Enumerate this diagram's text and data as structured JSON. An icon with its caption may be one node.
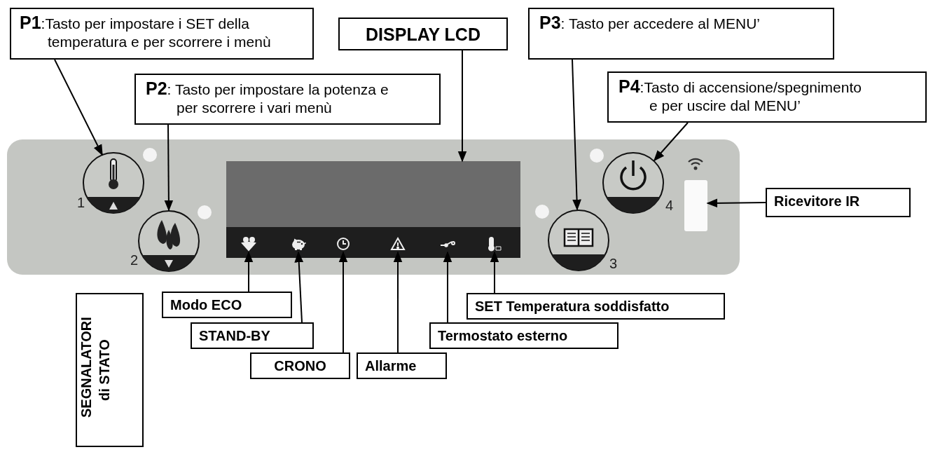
{
  "diagram": {
    "nodes": [
      {
        "text": [
          "**P1**:Tasto per impostare i SET della temperatura e per scorrere i menù"
        ]
      },
      {
        "text": [
          "DISPLAY LCD"
        ]
      },
      {
        "text": [
          "**P3**: Tasto per accedere al MENU’"
        ]
      },
      {
        "text": [
          "**P2**: Tasto per impostare la potenza e per scorrere i vari menù"
        ]
      },
      {
        "text": [
          "**P4**:Tasto di accensione/spegnimento e per uscire dal MENU’"
        ]
      },
      {
        "text": [],
        "shape": "circle",
        "beside": [
          "1"
        ]
      },
      {
        "text": [],
        "shape": "circle",
        "beside": [
          "2"
        ]
      },
      {
        "text": [],
        "shape": "box"
      },
      {
        "text": [],
        "shape": "icon"
      },
      {
        "text": [],
        "shape": "icon"
      },
      {
        "text": [],
        "shape": "icon"
      },
      {
        "text": [],
        "shape": "icon"
      },
      {
        "text": [],
        "shape": "icon"
      },
      {
        "text": [],
        "shape": "icon"
      },
      {
        "text": [],
        "shape": "circle",
        "beside": [
          "3"
        ]
      },
      {
        "text": [],
        "shape": "circle",
        "beside": [
          "4"
        ]
      },
      {
        "text": [],
        "shape": "box"
      },
      {
        "text": [
          "Ricevitore IR"
        ]
      },
      {
        "text": [
          "Modo ECO"
        ]
      },
      {
        "text": [
          "SET Temperatura soddisfatto"
        ]
      },
      {
        "text": [
          "STAND-BY"
        ]
      },
      {
        "text": [
          "Termostato esterno"
        ]
      },
      {
        "text": [
          "CRONO"
        ]
      },
      {
        "text": [
          "Allarme"
        ]
      },
      {
        "text": [
          "SEGNALATORI di STATO"
        ]
      }
    ],
    "edges": [
      {
        "from": 0,
        "to": 5,
        "arrow": "to"
      },
      {
        "from": 3,
        "to": 6,
        "arrow": "to"
      },
      {
        "from": 1,
        "to": 7,
        "arrow": "to"
      },
      {
        "from": 2,
        "to": 14,
        "arrow": "to"
      },
      {
        "from": 4,
        "to": 15,
        "arrow": "to"
      },
      {
        "from": 17,
        "to": 16,
        "arrow": "to"
      },
      {
        "from": 18,
        "to": 8,
        "arrow": "to"
      },
      {
        "from": 20,
        "to": 9,
        "arrow": "to"
      },
      {
        "from": 22,
        "to": 10,
        "arrow": "to"
      },
      {
        "from": 23,
        "to": 11,
        "arrow": "to"
      },
      {
        "from": 21,
        "to": 12,
        "arrow": "to"
      },
      {
        "from": 19,
        "to": 13,
        "arrow": "to"
      }
    ]
  }
}
